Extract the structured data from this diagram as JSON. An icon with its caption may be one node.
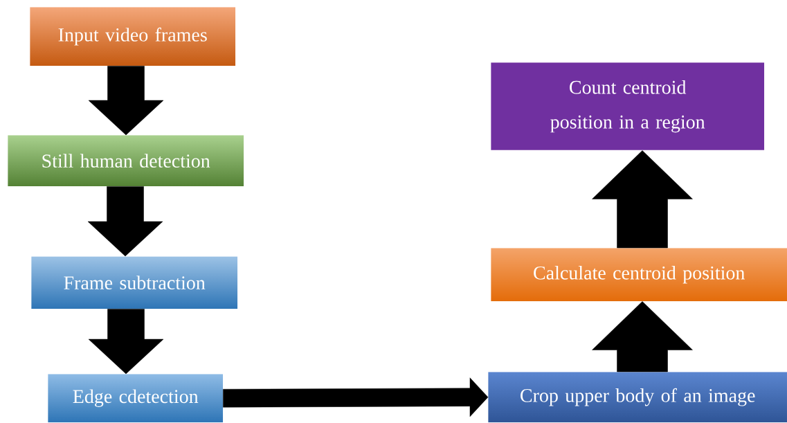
{
  "diagram": {
    "nodes": [
      {
        "text": [
          "Input video frames"
        ]
      },
      {
        "text": [
          "Still human detection"
        ]
      },
      {
        "text": [
          "Frame subtraction"
        ]
      },
      {
        "text": [
          "Edge cdetection"
        ]
      },
      {
        "text": [
          "Crop upper body of an image"
        ]
      },
      {
        "text": [
          "Calculate centroid position"
        ]
      },
      {
        "text": [
          "Count centroid position in a region"
        ]
      }
    ],
    "edges": [
      {
        "from": 0,
        "to": 1,
        "arrow": "to"
      },
      {
        "from": 1,
        "to": 2,
        "arrow": "to"
      },
      {
        "from": 2,
        "to": 3,
        "arrow": "to"
      },
      {
        "from": 3,
        "to": 4,
        "arrow": "to"
      },
      {
        "from": 4,
        "to": 5,
        "arrow": "to"
      },
      {
        "from": 5,
        "to": 6,
        "arrow": "to"
      }
    ]
  }
}
